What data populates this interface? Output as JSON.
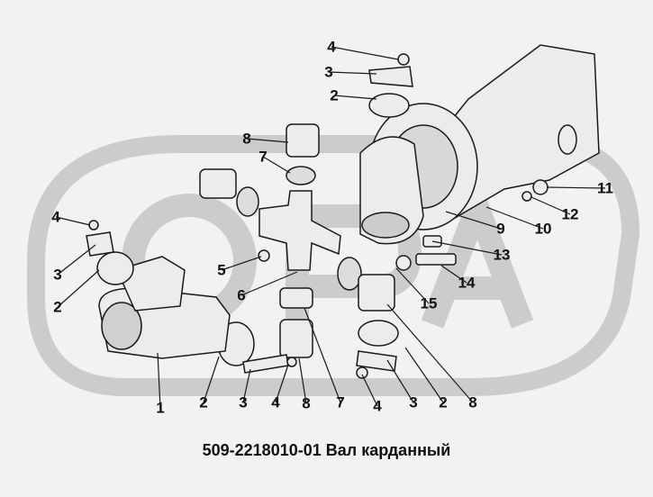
{
  "caption": "509-2218010-01 Вал карданный",
  "watermark_color": "#c8c8c8",
  "line_color": "#1a1a1a",
  "part_fill": "#ececec",
  "callouts": [
    {
      "label": "4"
    },
    {
      "label": "3"
    },
    {
      "label": "2"
    },
    {
      "label": "8"
    },
    {
      "label": "7"
    },
    {
      "label": "11"
    },
    {
      "label": "12"
    },
    {
      "label": "10"
    },
    {
      "label": "9"
    },
    {
      "label": "13"
    },
    {
      "label": "4"
    },
    {
      "label": "3"
    },
    {
      "label": "2"
    },
    {
      "label": "5"
    },
    {
      "label": "6"
    },
    {
      "label": "14"
    },
    {
      "label": "15"
    },
    {
      "label": "1"
    },
    {
      "label": "2"
    },
    {
      "label": "3"
    },
    {
      "label": "4"
    },
    {
      "label": "8"
    },
    {
      "label": "7"
    },
    {
      "label": "4"
    },
    {
      "label": "3"
    },
    {
      "label": "2"
    },
    {
      "label": "8"
    }
  ]
}
